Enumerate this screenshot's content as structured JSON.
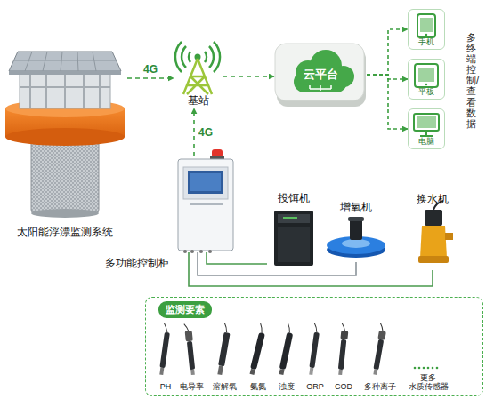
{
  "diagram": {
    "nodes": [
      {
        "text": [
          "太阳能浮漂监测系统"
        ]
      },
      {
        "text": [
          "基站"
        ]
      },
      {
        "text": [
          "云平台"
        ]
      },
      {
        "text": [
          "手机"
        ]
      },
      {
        "text": [
          "平板"
        ]
      },
      {
        "text": [
          "电脑"
        ]
      },
      {
        "text": [
          "多功能控制柜"
        ]
      },
      {
        "text": [
          "投饵机"
        ]
      },
      {
        "text": [
          "增氧机"
        ]
      },
      {
        "text": [
          "换水机"
        ]
      },
      {
        "text": [
          "监测要素"
        ]
      },
      {
        "text": [
          "PH"
        ],
        "in": 10
      },
      {
        "text": [
          "电导率"
        ],
        "in": 10
      },
      {
        "text": [
          "溶解氧"
        ],
        "in": 10
      },
      {
        "text": [
          "氨氮"
        ],
        "in": 10
      },
      {
        "text": [
          "浊度"
        ],
        "in": 10
      },
      {
        "text": [
          "ORP"
        ],
        "in": 10
      },
      {
        "text": [
          "COD"
        ],
        "in": 10
      },
      {
        "text": [
          "多种离子"
        ],
        "in": 10
      },
      {
        "text": [
          "更多 水质传感器"
        ],
        "in": 10
      }
    ],
    "edges": [
      {
        "from": 0,
        "to": 1,
        "label": "4G",
        "arrow": "to"
      },
      {
        "from": 6,
        "to": 1,
        "label": "4G",
        "arrow": "to"
      },
      {
        "from": 1,
        "to": 2,
        "arrow": "to"
      },
      {
        "from": 2,
        "to": 3,
        "arrow": "to"
      },
      {
        "from": 2,
        "to": 4,
        "arrow": "to"
      },
      {
        "from": 2,
        "to": 5,
        "arrow": "to"
      },
      {
        "from": 6,
        "to": 7,
        "arrow": "none"
      },
      {
        "from": 6,
        "to": 8,
        "arrow": "none"
      },
      {
        "from": 6,
        "to": 9,
        "arrow": "none"
      }
    ],
    "labels": [
      "多终端控制/查看数据"
    ]
  }
}
